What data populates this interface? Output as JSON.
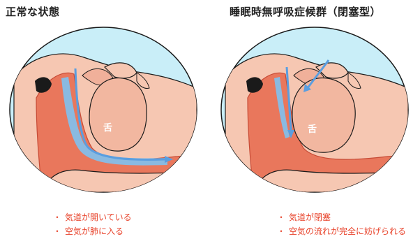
{
  "colors": {
    "circle": "#c9eef8",
    "skin": "#f6c7b2",
    "skin_dark": "#e8a58c",
    "tissue": "#e9775c",
    "tissue_dark": "#c64b36",
    "airway": "#7fc1ef",
    "arrow": "#5a9ee0",
    "outline": "#1a1a1a",
    "note_text": "#e8432b"
  },
  "panels": [
    {
      "title": "正常な状態",
      "tongue_label": "舌",
      "notes": [
        "気道が開いている",
        "空気が肺に入る"
      ],
      "airway_state": "open"
    },
    {
      "title": "睡眠時無呼吸症候群（閉塞型）",
      "tongue_label": "舌",
      "notes": [
        "気道が閉塞",
        "空気の流れが完全に妨げられる"
      ],
      "airway_state": "obstructed"
    }
  ]
}
